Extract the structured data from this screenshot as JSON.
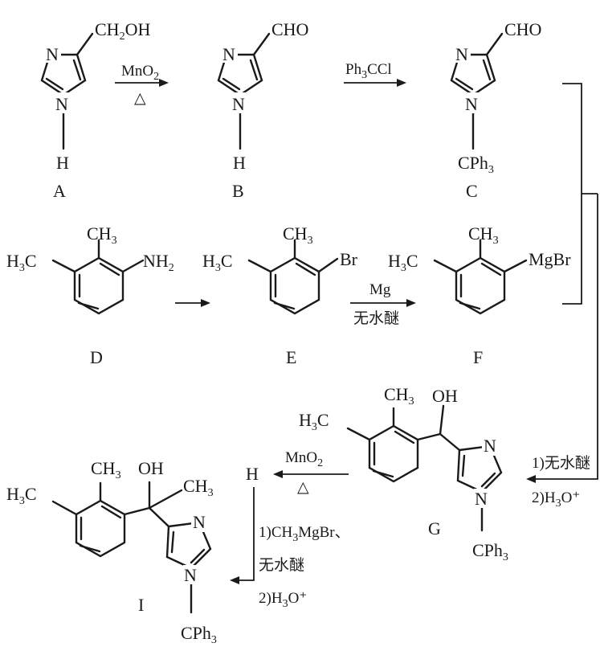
{
  "compound_labels": {
    "A": "A",
    "B": "B",
    "C": "C",
    "D": "D",
    "E": "E",
    "F": "F",
    "G": "G",
    "H": "H",
    "I": "I"
  },
  "atoms": {
    "N": "N",
    "H": "H",
    "CH2OH": "CH",
    "CH2OH_sub": "2",
    "CH2OH_tail": "OH",
    "CHO": "CHO",
    "CPh3": "CPh",
    "CPh3_sub": "3",
    "CH3": "CH",
    "CH3_sub": "3",
    "H3C_H": "H",
    "H3C_sub": "3",
    "H3C_C": "C",
    "NH2": "NH",
    "NH2_sub": "2",
    "Br": "Br",
    "MgBr": "MgBr",
    "OH": "OH"
  },
  "conditions": {
    "mno2": "MnO",
    "mno2_sub": "2",
    "heat": "△",
    "ph3ccl": "Ph",
    "ph3ccl_sub": "3",
    "ph3ccl_tail": "CCl",
    "mg": "Mg",
    "ether": "无水醚",
    "step1_ether": "1)无水醚",
    "step2": "2)H",
    "step2_sub": "3",
    "step2_tail": "O⁺",
    "grignard": "1)CH",
    "grignard_sub": "3",
    "grignard_tail": "MgBr、"
  }
}
